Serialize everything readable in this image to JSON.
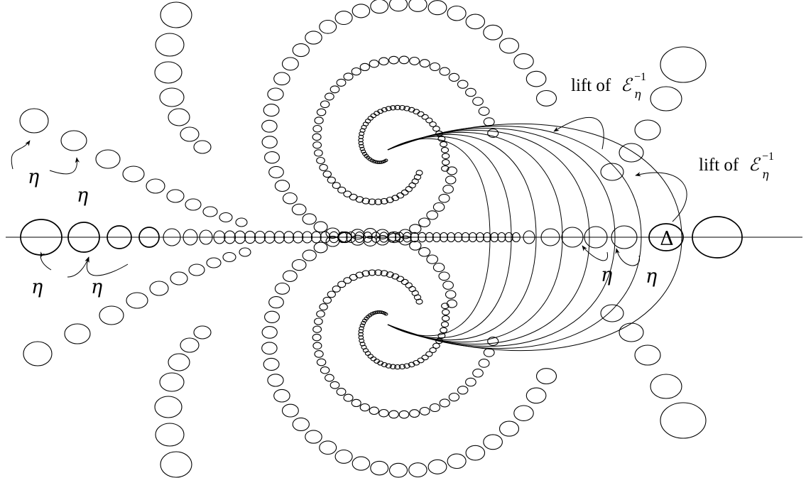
{
  "labels": {
    "eta": "η",
    "delta": "Δ",
    "lift_word": "lift of",
    "lift_symbol": "ℰ",
    "lift_sub": "η",
    "lift_sup": "−1"
  }
}
